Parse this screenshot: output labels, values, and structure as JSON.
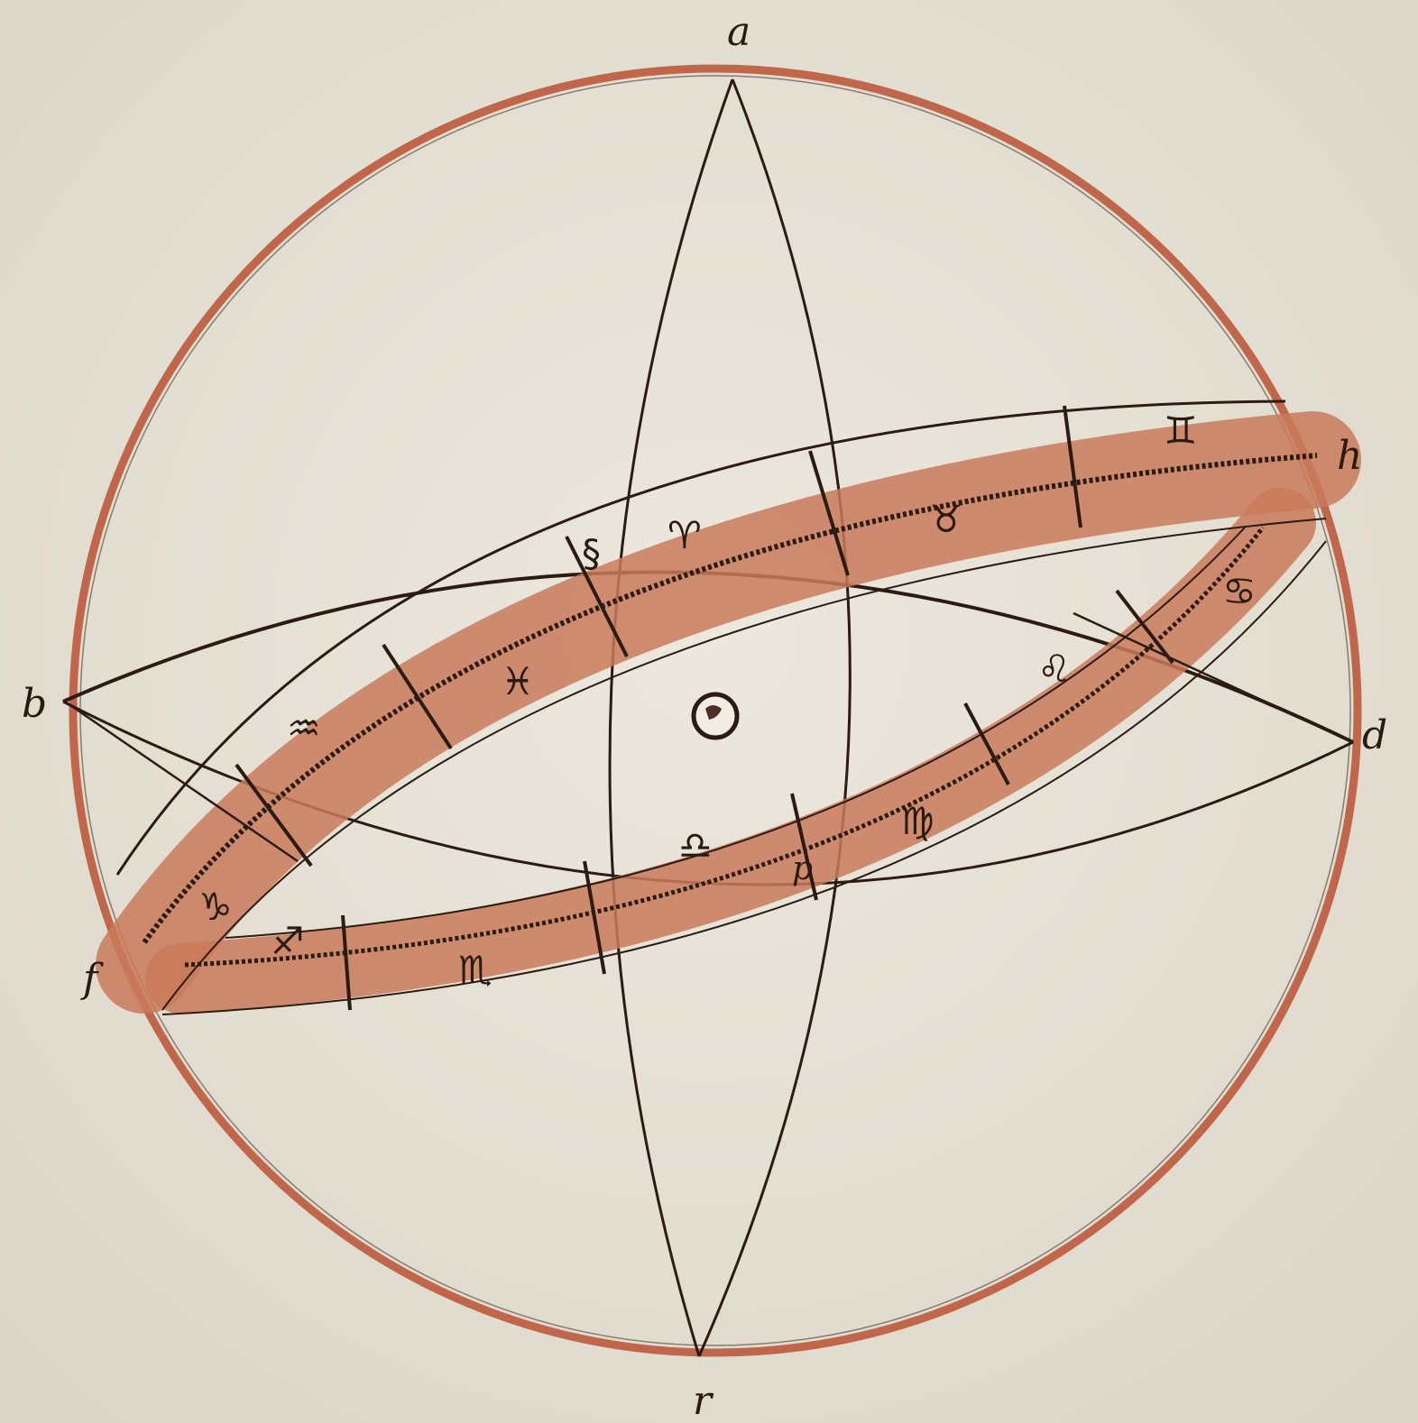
{
  "colors": {
    "paper": "#e6e2d8",
    "ink": "#2b1b12",
    "circle_red": "#c0664a",
    "band_wash": "#c97a5a"
  },
  "point_labels": {
    "a": "a",
    "b": "b",
    "d": "d",
    "f": "f",
    "h": "h",
    "r": "r",
    "p": "p"
  },
  "signs": {
    "aries": "♈",
    "taurus": "♉",
    "gemini": "♊",
    "cancer": "♋",
    "leo": "♌",
    "virgo": "♍",
    "libra": "♎",
    "scorpio": "♏",
    "sagittarius": "♐",
    "capricorn": "♑",
    "aquarius": "♒",
    "pisces": "♓"
  },
  "extra_mark": "§",
  "center_icon": "earth-icon"
}
